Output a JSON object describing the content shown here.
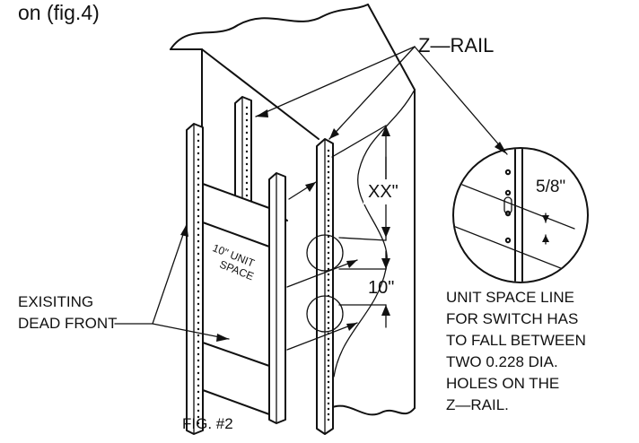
{
  "caption_top": "on (fig.4)",
  "labels": {
    "z_rail": "Z—RAIL",
    "xx": "XX\"",
    "ten_inch": "10\"",
    "five_eighths": "5/8\"",
    "unit_space_line1": "10\" UNIT",
    "unit_space_line2": "SPACE",
    "existing_line1": "EXISITING",
    "existing_line2": "DEAD FRONT",
    "fig": "FIG.  #2"
  },
  "note_lines": [
    "UNIT SPACE LINE",
    "FOR SWITCH HAS",
    "TO FALL BETWEEN",
    "TWO 0.228 DIA.",
    "HOLES ON THE",
    "Z—RAIL."
  ]
}
